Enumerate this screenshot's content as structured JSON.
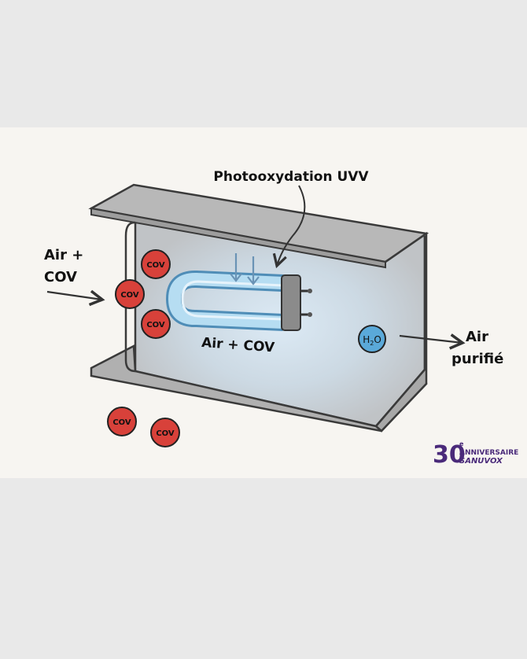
{
  "labels": {
    "process": "Photooxydation UVV",
    "inlet_line1": "Air +",
    "inlet_line2": "COV",
    "inside": "Air + COV",
    "outlet_line1": "Air",
    "outlet_line2": "purifié"
  },
  "molecules": {
    "cov": "COV",
    "water_main": "H",
    "water_sub": "2",
    "water_end": "O"
  },
  "logo": {
    "number": "30",
    "superscript": "e",
    "word": "ANNIVERSAIRE",
    "brand": "SANUVOX"
  },
  "colors": {
    "cov_red": "#d8413a",
    "water_blue": "#5aa9d9",
    "duct_gray": "#bdbdbd",
    "lamp_blue": "#a9d3ec",
    "logo_purple": "#5b2d8e"
  }
}
